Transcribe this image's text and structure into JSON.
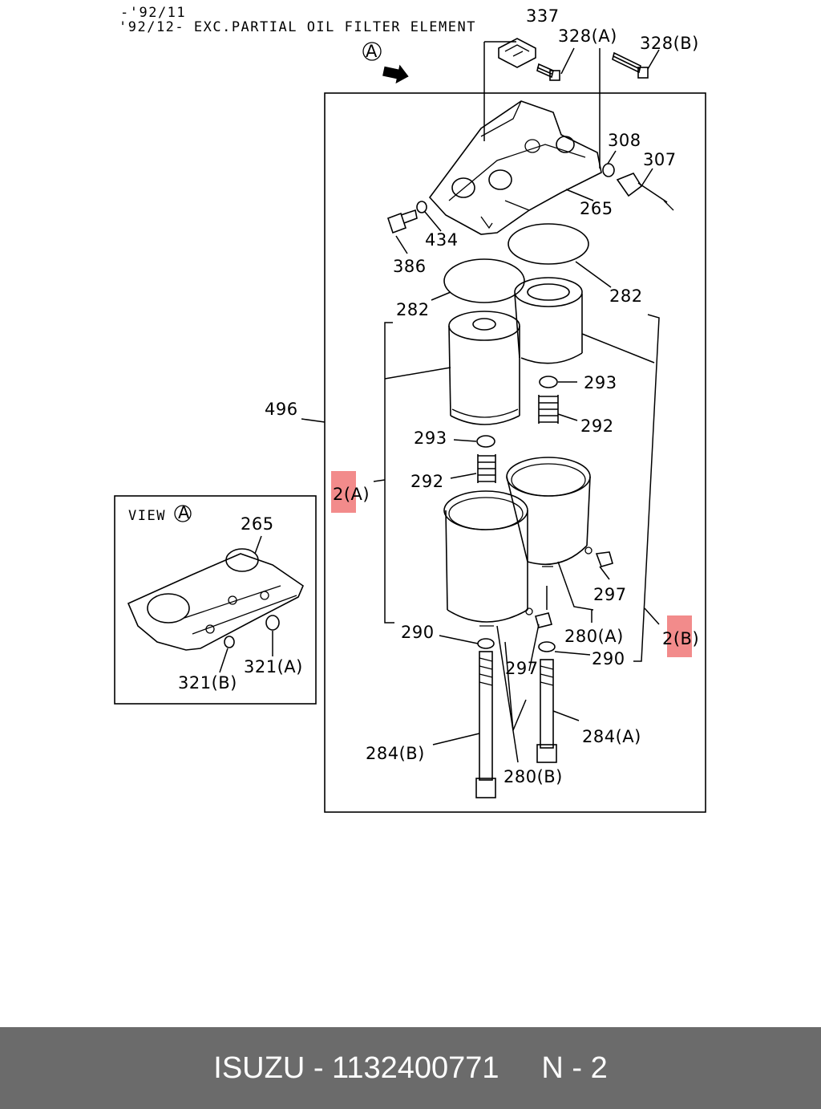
{
  "header": {
    "line1": "-'92/11",
    "line2": "'92/12- EXC.PARTIAL OIL FILTER ELEMENT"
  },
  "view_marker": "A",
  "view_box": {
    "title": "VIEW",
    "marker": "A"
  },
  "labels": {
    "p337": "337",
    "p328a": "328(A)",
    "p328b": "328(B)",
    "p308": "308",
    "p307": "307",
    "p265": "265",
    "p434": "434",
    "p386": "386",
    "p282l": "282",
    "p282r": "282",
    "p293r": "293",
    "p292r": "292",
    "p496": "496",
    "p293l": "293",
    "p292l": "292",
    "p2a": "2(A)",
    "p2b": "2(B)",
    "p297r": "297",
    "p280a": "280(A)",
    "p290l": "290",
    "p290r": "290",
    "p297l": "297",
    "p284a": "284(A)",
    "p284b": "284(B)",
    "p280b": "280(B)",
    "v265": "265",
    "v321a": "321(A)",
    "v321b": "321(B)"
  },
  "highlight_color": "#f28b8b",
  "footer": {
    "brand": "ISUZU",
    "sep": "-",
    "part_number": "1132400771",
    "page": "N - 2"
  }
}
